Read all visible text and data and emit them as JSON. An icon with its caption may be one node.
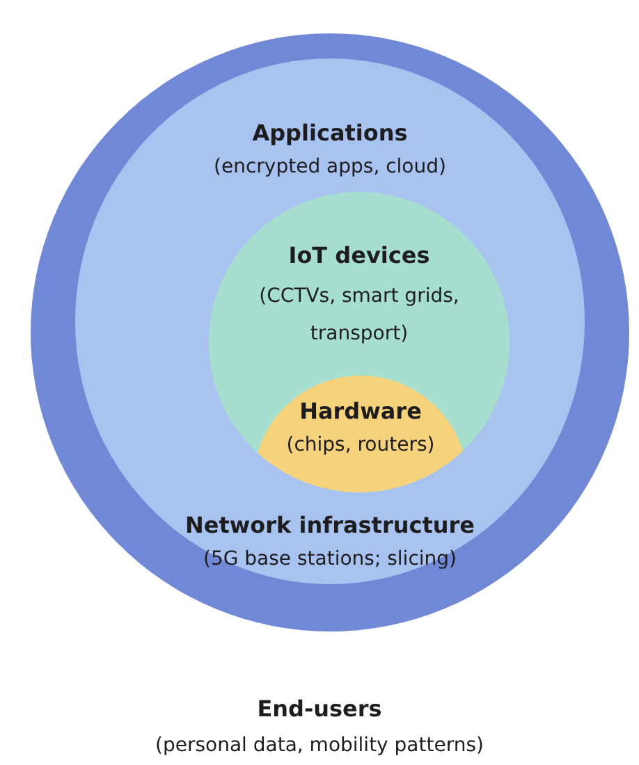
{
  "diagram": {
    "nodes": [
      {
        "text": [],
        "shape": "circle"
      },
      {
        "text": [
          "Applications",
          "(encrypted apps, cloud)",
          "Network infrastructure",
          "(5G base stations; slicing)"
        ],
        "in": 0
      },
      {
        "text": [
          "IoT devices",
          "(CCTVs, smart grids, transport)"
        ],
        "in": 1
      },
      {
        "text": [
          "Hardware",
          "(chips, routers)"
        ],
        "in": 2
      }
    ],
    "labels": [
      "End-users",
      "(personal data, mobility patterns)"
    ]
  }
}
